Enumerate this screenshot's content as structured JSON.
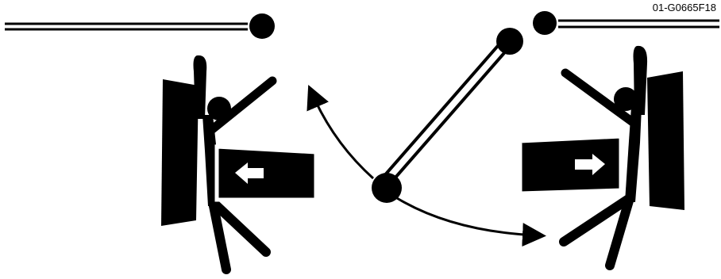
{
  "figure": {
    "code": "01-G0665F18",
    "colors": {
      "ink": "#000000",
      "paper": "#ffffff"
    },
    "panels": [
      {
        "side": "left",
        "arrow_direction": "left"
      },
      {
        "side": "right",
        "arrow_direction": "right"
      }
    ],
    "swing": {
      "from": "upper-left",
      "to": "lower-right"
    }
  }
}
